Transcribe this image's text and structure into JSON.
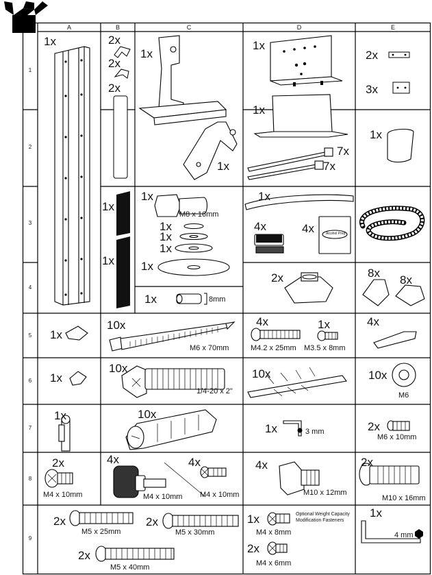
{
  "columns": [
    "A",
    "B",
    "C",
    "D",
    "E"
  ],
  "rows": [
    "1",
    "2",
    "3",
    "4",
    "5",
    "6",
    "7",
    "8",
    "9"
  ],
  "cells": {
    "a1": {
      "qty": "1x"
    },
    "b1": {
      "qty1": "2x",
      "qty2": "2x",
      "qty3": "2x"
    },
    "c1": {
      "qty": "1x"
    },
    "c2": {
      "qty": "1x"
    },
    "d1": {
      "qty": "1x"
    },
    "d2": {
      "qty": "1x",
      "qty_tie1": "7x",
      "qty_tie2": "7x"
    },
    "e1": {
      "qty1": "2x",
      "qty2": "3x"
    },
    "e2": {
      "qty": "1x"
    },
    "b3": {
      "qty1": "1x",
      "qty2": "1x"
    },
    "c3": {
      "qty_bolt": "1x",
      "bolt_label": "M8 x 16mm",
      "qty_w1": "1x",
      "qty_w2": "1x",
      "qty_w3": "1x",
      "qty_w4": "1x"
    },
    "c4": {
      "qty": "1x",
      "label": "8mm"
    },
    "d3": {
      "qty_bar": "1x",
      "qty_pads": "4x",
      "qty_prep": "4x",
      "prep_text": "Alcohol Prep"
    },
    "d4": {
      "qty": "2x"
    },
    "e4": {
      "qty1": "8x",
      "qty2": "8x"
    },
    "a5": {
      "qty": "1x"
    },
    "bc5": {
      "qty": "10x",
      "label": "M6 x 70mm"
    },
    "d5": {
      "qty1": "4x",
      "label1": "M4.2 x 25mm",
      "qty2": "1x",
      "label2": "M3.5 x 8mm"
    },
    "e5": {
      "qty": "4x"
    },
    "a6": {
      "qty": "1x"
    },
    "bc6": {
      "qty": "10x",
      "label": "1/4-20 x 2\""
    },
    "d6": {
      "qty": "10x"
    },
    "e6": {
      "qty": "10x",
      "label": "M6"
    },
    "a7": {
      "qty": "1x"
    },
    "bc7": {
      "qty": "10x"
    },
    "d7": {
      "qty": "1x",
      "label": "3 mm"
    },
    "e7": {
      "qty": "2x",
      "label": "M6 x 10mm"
    },
    "a8": {
      "qty": "2x",
      "label": "M4 x 10mm"
    },
    "bc8": {
      "qty1": "4x",
      "label1": "M4 x 10mm",
      "qty2": "4x",
      "label2": "M4 x 10mm"
    },
    "d8": {
      "qty": "4x",
      "label": "M10 x 12mm"
    },
    "e8": {
      "qty": "2x",
      "label": "M10 x 16mm"
    },
    "ac9": {
      "qty1": "2x",
      "label1": "M5 x 25mm",
      "qty2": "2x",
      "label2": "M5 x 30mm",
      "qty3": "2x",
      "label3": "M5 x 40mm"
    },
    "d9": {
      "qty1": "1x",
      "label1": "M4 x 8mm",
      "qty2": "2x",
      "label2": "M4 x 6mm",
      "note_line1": "Optional Weight Capacity",
      "note_line2": "Modification Fasteners"
    },
    "e9": {
      "qty": "1x",
      "label": "4 mm"
    }
  }
}
